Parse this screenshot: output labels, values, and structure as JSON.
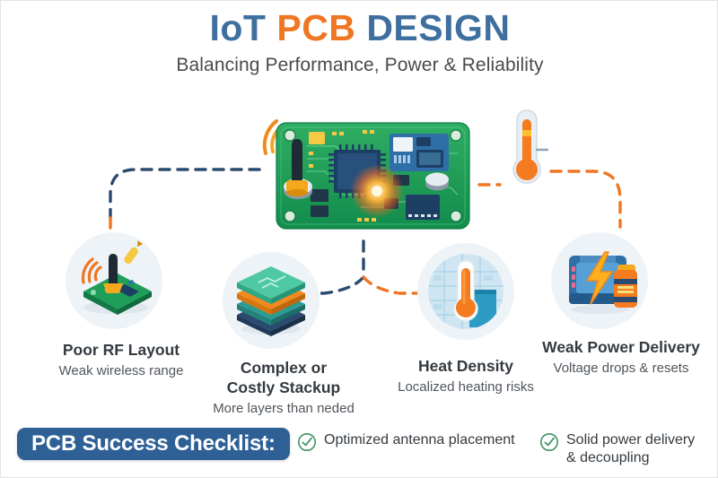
{
  "header": {
    "title_part1": "IoT ",
    "title_part2": "PCB",
    "title_part3": " DESIGN",
    "title_full": "IoT PCB DESIGN",
    "subtitle": "Balancing Performance, Power & Reliability"
  },
  "colors": {
    "title_blue": "#3f6f9f",
    "title_orange": "#ef7622",
    "banner_blue": "#2e6096",
    "check_green": "#3f9461",
    "connector_navy": "#2b4a6f",
    "connector_orange": "#ef7622",
    "icon_disc": "#eef3f8",
    "background": "#ffffff",
    "pcb_green": "#1f9e5a",
    "text_dark": "#343a40",
    "text_gray": "#4f555c"
  },
  "hero": {
    "icon_name": "iot-pcb-board",
    "label": "IoT PCB board with antenna, MCU, RF module and thermal hotspot"
  },
  "thermometer": {
    "icon_name": "thermometer-icon",
    "label": "Temperature gauge"
  },
  "cards": [
    {
      "id": "rf",
      "icon_name": "rf-antenna-board-icon",
      "title": "Poor RF Layout",
      "subtitle": "Weak wireless range"
    },
    {
      "id": "stackup",
      "icon_name": "pcb-layer-stack-icon",
      "title_line1": "Complex or",
      "title_line2": "Costly Stackup",
      "title": "Complex or Costly Stackup",
      "subtitle": "More layers than neded"
    },
    {
      "id": "heat",
      "icon_name": "heat-thermometer-icon",
      "title": "Heat Density",
      "subtitle": "Localized heating risks"
    },
    {
      "id": "power",
      "icon_name": "power-supply-battery-icon",
      "title": "Weak Power Delivery",
      "subtitle": "Voltage drops & resets"
    }
  ],
  "checklist": {
    "banner_label": "PCB Success Checklist:",
    "items": [
      {
        "icon_name": "check-circle-icon",
        "line1": "Optimized antenna placement",
        "line2": "",
        "text": "Optimized antenna placement"
      },
      {
        "icon_name": "check-circle-icon",
        "line1": "Solid power delivery",
        "line2": "& decoupling",
        "text": "Solid power delivery & decoupling"
      }
    ]
  }
}
